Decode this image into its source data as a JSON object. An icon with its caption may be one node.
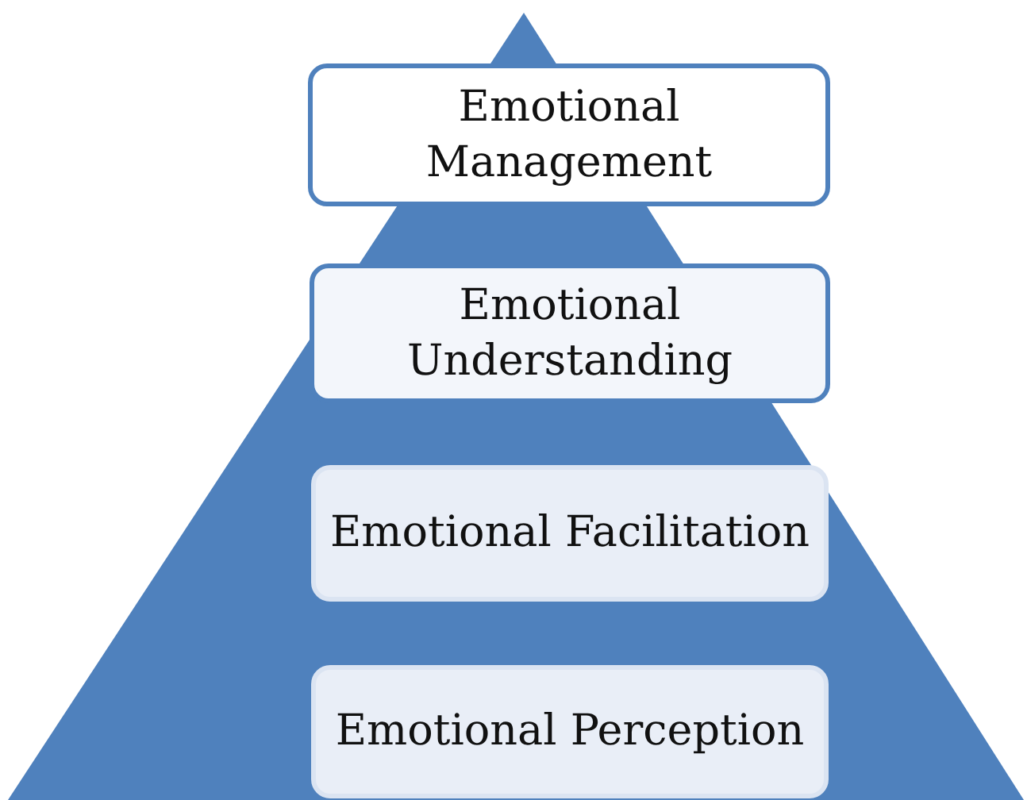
{
  "diagram": {
    "nodes": [
      {
        "text": [
          "Emotional Management"
        ]
      },
      {
        "text": [
          "Emotional Understanding"
        ]
      },
      {
        "text": [
          "Emotional Facilitation"
        ]
      },
      {
        "text": [
          "Emotional Perception"
        ]
      }
    ]
  }
}
